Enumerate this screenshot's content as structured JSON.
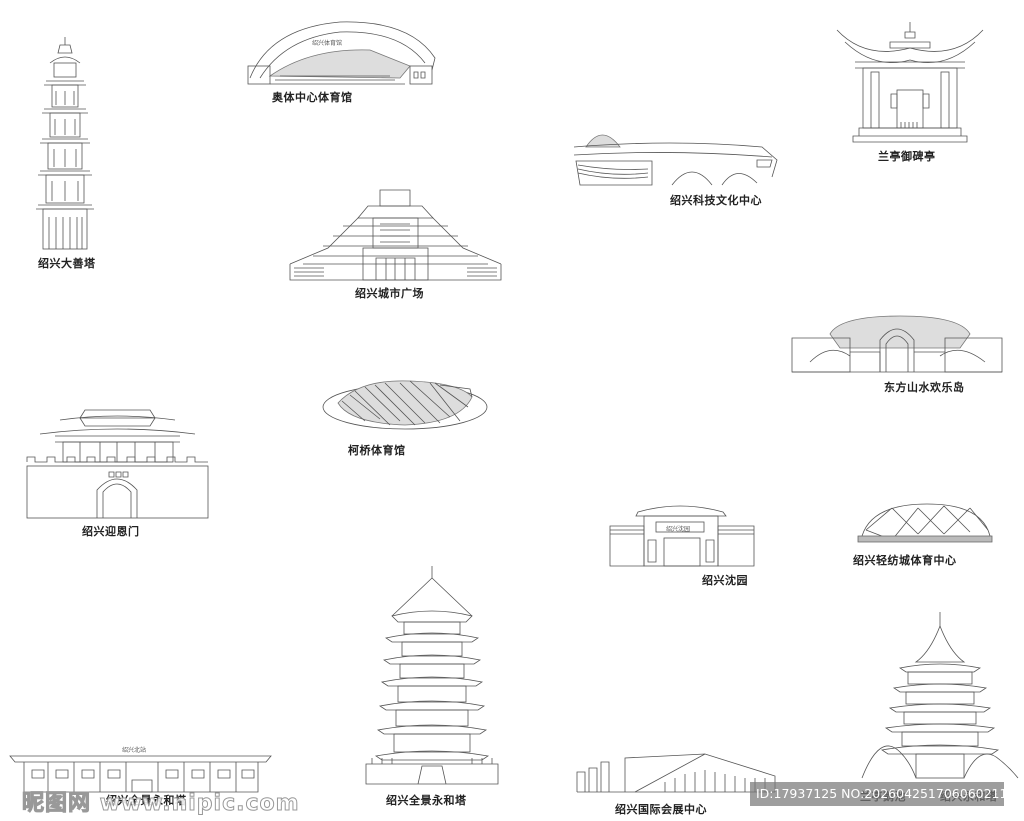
{
  "landmarks": [
    {
      "id": "dashan-pagoda",
      "label": "绍兴大善塔"
    },
    {
      "id": "olympic-sports-center",
      "label": "奥体中心体育馆",
      "sign": "绍兴体育馆"
    },
    {
      "id": "lanting-stele-pavilion",
      "label": "兰亭御碑亭"
    },
    {
      "id": "sci-tech-culture-center",
      "label": "绍兴科技文化中心"
    },
    {
      "id": "city-square",
      "label": "绍兴城市广场"
    },
    {
      "id": "oriental-water-park",
      "label": "东方山水欢乐岛"
    },
    {
      "id": "keqiao-gymnasium",
      "label": "柯桥体育馆"
    },
    {
      "id": "yingen-gate",
      "label": "绍兴迎恩门"
    },
    {
      "id": "shen-garden",
      "label": "绍兴沈园",
      "sign": "绍兴沈园"
    },
    {
      "id": "textile-city-sports-center",
      "label": "绍兴轻纺城体育中心"
    },
    {
      "id": "north-station",
      "label": "绍兴全景永和塔",
      "sign": "绍兴北站"
    },
    {
      "id": "yonghe-pagoda",
      "label": "绍兴全景永和塔"
    },
    {
      "id": "intl-expo-center",
      "label": "绍兴国际会展中心"
    },
    {
      "id": "lanting-goose-pond",
      "label": "兰亭鹅池"
    },
    {
      "id": "yonghe-tower-right",
      "label": "绍兴永和塔"
    }
  ],
  "watermarks": {
    "site": "昵图网 www.nipic.com",
    "id_info": "ID:17937125 NO:20260425170606021102"
  }
}
